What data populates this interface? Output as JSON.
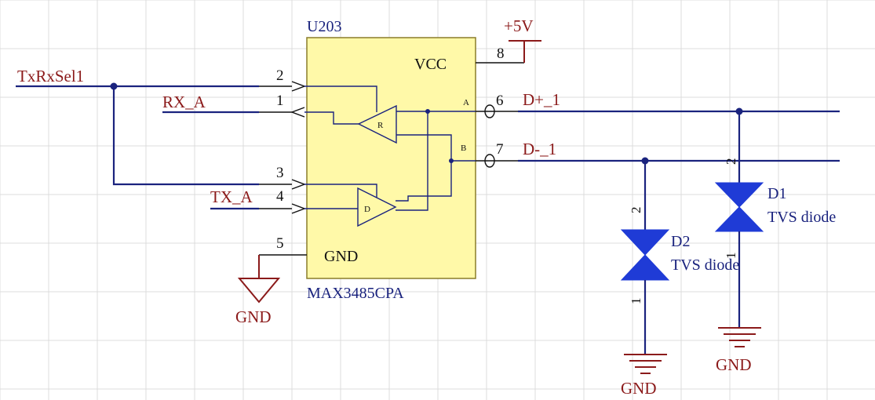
{
  "ic": {
    "ref": "U203",
    "part": "MAX3485CPA",
    "vcc_label": "VCC",
    "gnd_label": "GND",
    "receiver_label": "R",
    "driver_label": "D",
    "pin_a_label": "A",
    "pin_b_label": "B",
    "body_color": "#fff9a8"
  },
  "pins": {
    "p1": "1",
    "p2": "2",
    "p3": "3",
    "p4": "4",
    "p5": "5",
    "p6": "6",
    "p7": "7",
    "p8": "8"
  },
  "nets": {
    "txrxsel": "TxRxSel1",
    "rx": "RX_A",
    "tx": "TX_A",
    "dplus": "D+_1",
    "dminus": "D-_1",
    "power": "+5V"
  },
  "ground_label": "GND",
  "diodes": [
    {
      "ref": "D2",
      "type": "TVS diode",
      "pin_top": "2",
      "pin_bottom": "1"
    },
    {
      "ref": "D1",
      "type": "TVS diode",
      "pin_top": "2",
      "pin_bottom": "1"
    }
  ],
  "colors": {
    "wire": "#1a237e",
    "net_label": "#8b1a1a",
    "diode_fill": "#1f3bd6"
  }
}
